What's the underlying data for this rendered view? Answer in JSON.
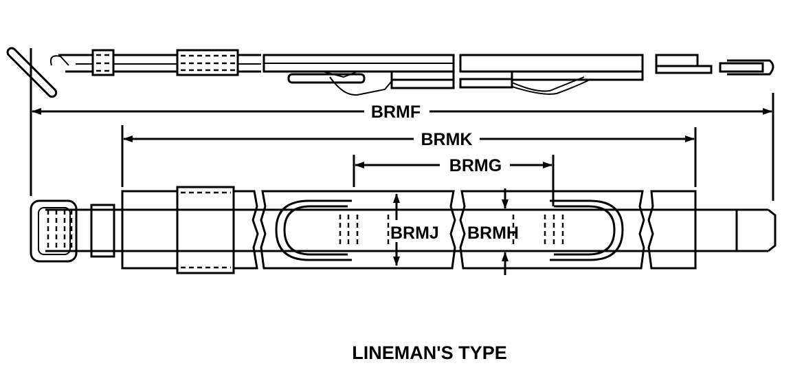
{
  "dimensions": {
    "overall_length": "BRMF",
    "strap_length": "BRMK",
    "dee_spacing": "BRMG",
    "strap_width": "BRMJ",
    "inner_width": "BRMH"
  },
  "caption": "LINEMAN'S TYPE"
}
